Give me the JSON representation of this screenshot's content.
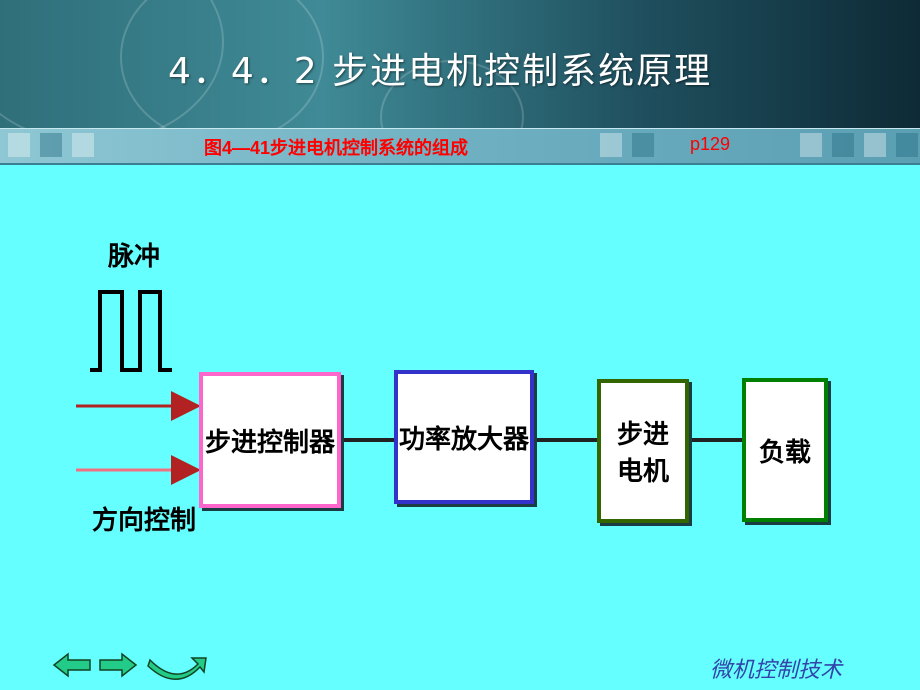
{
  "slide": {
    "title": "4．4．2  步进电机控制系统原理",
    "caption": "图4—41步进电机控制系统的组成",
    "page_ref": "p129",
    "footer": "微机控制技术"
  },
  "diagram": {
    "pulse_label": "脉冲",
    "direction_label": "方向控制",
    "blocks": {
      "controller": "步进控制器",
      "amplifier": "功率放大器",
      "motor_line1": "步进",
      "motor_line2": "电机",
      "load": "负载"
    }
  },
  "colors": {
    "background": "#66ffff",
    "caption": "#ff0000",
    "controller_border": "#ff66cc",
    "amplifier_border": "#3333cc",
    "motor_border": "#336600",
    "load_border": "#008000",
    "footer": "#3344aa"
  },
  "icons": [
    "left-arrow-icon",
    "right-arrow-icon",
    "return-arrow-icon"
  ]
}
